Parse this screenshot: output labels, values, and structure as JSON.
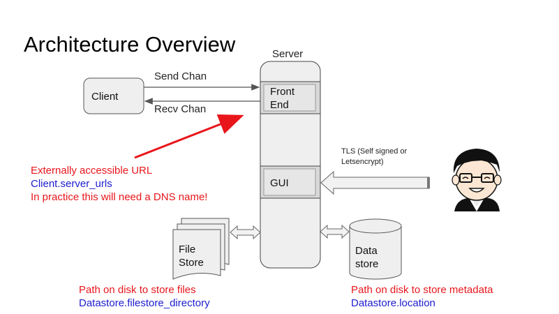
{
  "title": "Architecture Overview",
  "server": {
    "label": "Server",
    "front_end": [
      "Front",
      "End"
    ],
    "gui": "GUI"
  },
  "client": {
    "label": "Client"
  },
  "channels": {
    "send": "Send Chan",
    "recv": "Recv Chan"
  },
  "tls": [
    "TLS (Self signed or",
    "Letsencrypt)"
  ],
  "url_note": {
    "line1": "Externally accessible URL",
    "line2": "Client.server_urls",
    "line3": "In practice this will need a DNS name!"
  },
  "file_store": {
    "label": [
      "File",
      "Store"
    ],
    "note": "Path on disk to store files",
    "config": "Datastore.filestore_directory"
  },
  "data_store": {
    "label": [
      "Data",
      "store"
    ],
    "note": "Path on disk to store metadata",
    "config": "Datastore.location"
  },
  "user_icon": "user-avatar-icon",
  "colors": {
    "annotation_red": "#e8161b",
    "config_blue": "#1c1ccf",
    "box_fill": "#efefef",
    "inner_box_fill": "#e6e6e6",
    "arrow_gray": "#555555"
  }
}
